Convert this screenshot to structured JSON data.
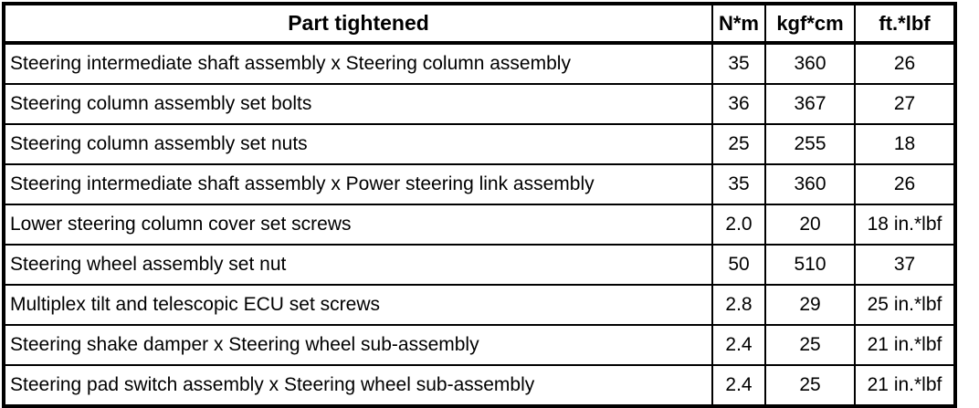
{
  "table": {
    "headers": [
      "Part tightened",
      "N*m",
      "kgf*cm",
      "ft.*lbf"
    ],
    "rows": [
      {
        "part": "Steering intermediate shaft assembly x Steering column assembly",
        "nm": "35",
        "kgfcm": "360",
        "ftlbf": "26"
      },
      {
        "part": "Steering column assembly set bolts",
        "nm": "36",
        "kgfcm": "367",
        "ftlbf": "27"
      },
      {
        "part": "Steering column assembly set nuts",
        "nm": "25",
        "kgfcm": "255",
        "ftlbf": "18"
      },
      {
        "part": "Steering intermediate shaft assembly x Power steering link assembly",
        "nm": "35",
        "kgfcm": "360",
        "ftlbf": "26"
      },
      {
        "part": "Lower steering column cover set screws",
        "nm": "2.0",
        "kgfcm": "20",
        "ftlbf": "18 in.*lbf"
      },
      {
        "part": "Steering wheel assembly set nut",
        "nm": "50",
        "kgfcm": "510",
        "ftlbf": "37"
      },
      {
        "part": "Multiplex tilt and telescopic ECU set screws",
        "nm": "2.8",
        "kgfcm": "29",
        "ftlbf": "25 in.*lbf"
      },
      {
        "part": "Steering shake damper x Steering wheel sub-assembly",
        "nm": "2.4",
        "kgfcm": "25",
        "ftlbf": "21 in.*lbf"
      },
      {
        "part": "Steering pad switch assembly x Steering wheel sub-assembly",
        "nm": "2.4",
        "kgfcm": "25",
        "ftlbf": "21 in.*lbf"
      }
    ]
  },
  "colors": {
    "border": "#000000",
    "text": "#000000",
    "background": "#ffffff"
  }
}
